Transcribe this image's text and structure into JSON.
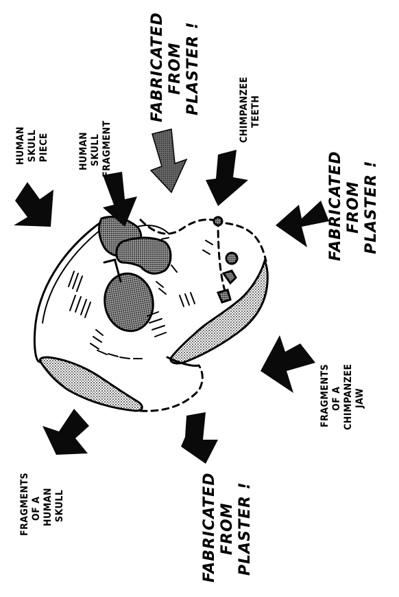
{
  "labels": {
    "human_skull_piece": [
      "HUMAN",
      "SKULL",
      "PIECE"
    ],
    "human_skull_fragment": [
      "HUMAN",
      "SKULL",
      "FRAGMENT"
    ],
    "fabricated_top": [
      "FABRICATED",
      "FROM",
      "PLASTER !"
    ],
    "chimpanzee_teeth": [
      "CHIMPANZEE",
      "TEETH"
    ],
    "fabricated_right": [
      "FABRICATED",
      "FROM",
      "PLASTER !"
    ],
    "fragments_chimpanzee_jaw": [
      "FRAGMENTS",
      "OF A",
      "CHIMPANZEE",
      "JAW"
    ],
    "fabricated_bottom": [
      "FABRICATED",
      "FROM",
      "PLASTER !"
    ],
    "fragments_human_skull": [
      "FRAGMENTS",
      "OF A",
      "HUMAN",
      "SKULL"
    ]
  },
  "colors": {
    "ink": "#000000",
    "arrow": "#0a0a0a",
    "background": "#ffffff"
  }
}
